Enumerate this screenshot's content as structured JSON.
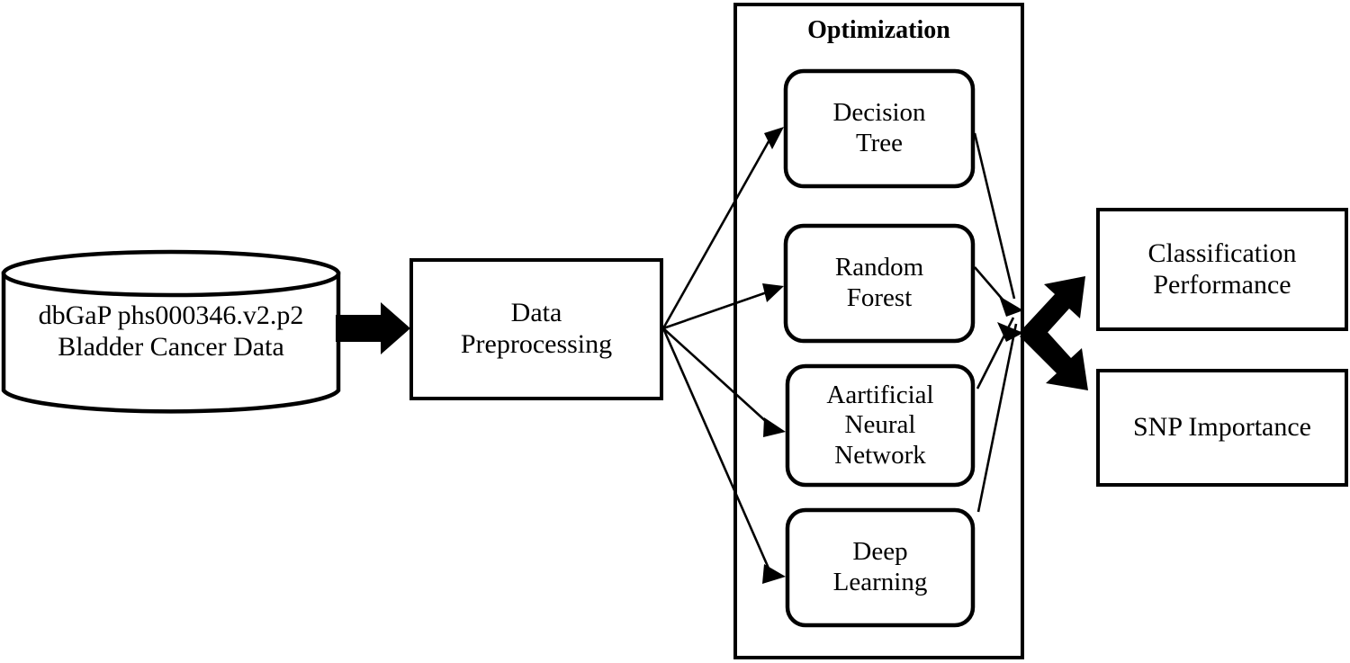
{
  "figure": {
    "type": "flowchart",
    "orientation": "left-to-right",
    "background_color": "#ffffff",
    "stroke_color": "#000000"
  },
  "data_source": {
    "shape": "cylinder",
    "label_line1": "dbGaP phs000346.v2.p2",
    "label_line2": "Bladder Cancer Data",
    "label": "dbGaP phs000346.v2.p2\nBladder Cancer Data"
  },
  "preprocessing": {
    "shape": "rectangle",
    "label_line1": "Data",
    "label_line2": "Preprocessing",
    "label": "Data\nPreprocessing"
  },
  "optimization_group": {
    "title": "Optimization",
    "shape": "rectangle-container",
    "models": [
      {
        "id": "decision-tree",
        "label_line1": "Decision",
        "label_line2": "Tree",
        "label": "Decision\nTree"
      },
      {
        "id": "random-forest",
        "label_line1": "Random",
        "label_line2": "Forest",
        "label": "Random\nForest"
      },
      {
        "id": "artificial-neural-network",
        "label_line1": "Aartificial",
        "label_line2": "Neural",
        "label_line3": "Network",
        "label": "Aartificial\nNeural\nNetwork"
      },
      {
        "id": "deep-learning",
        "label_line1": "Deep",
        "label_line2": "Learning",
        "label": "Deep\nLearning"
      }
    ]
  },
  "outputs": [
    {
      "id": "classification-performance",
      "label_line1": "Classification",
      "label_line2": "Performance",
      "label": "Classification\nPerformance"
    },
    {
      "id": "snp-importance",
      "label_line1": "SNP Importance",
      "label": "SNP Importance"
    }
  ],
  "connectors": {
    "source_to_preprocessing": "block-arrow-right",
    "preprocessing_to_models": "thin-arrow-fan",
    "models_to_convergence": "thin-arrow-converge",
    "convergence_to_outputs": "block-arrow-diagonal"
  }
}
